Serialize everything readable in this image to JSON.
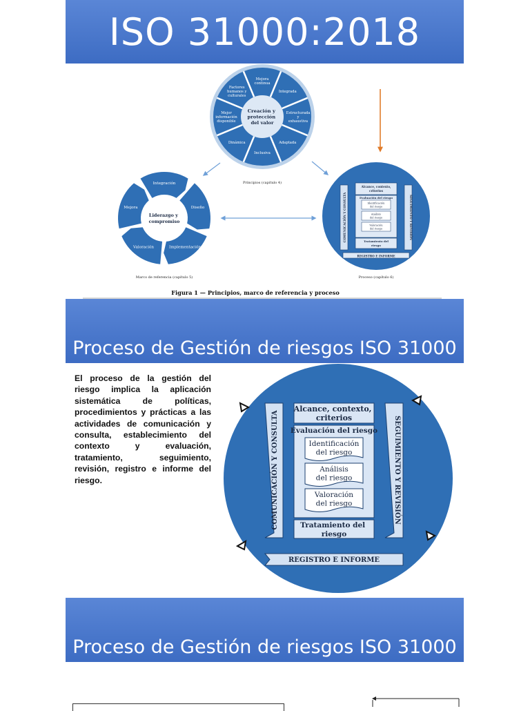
{
  "banner_title": "ISO 31000:2018",
  "section_titles": [
    "Proceso de Gestión de riesgos ISO 31000",
    "Proceso de Gestión de riesgos ISO 31000"
  ],
  "figure1": {
    "caption": "Figura 1 — Principios, marco de referencia y proceso",
    "principles": {
      "center": [
        "Creación y",
        "protección",
        "del valor"
      ],
      "segments": [
        [
          "Mejora",
          "continua"
        ],
        [
          "Integrada"
        ],
        [
          "Estructurada",
          "y",
          "exhaustiva"
        ],
        [
          "Adaptada"
        ],
        [
          "Inclusiva"
        ],
        [
          "Dinámica"
        ],
        [
          "Mejor",
          "información",
          "disponible"
        ],
        [
          "Factores",
          "humanos y",
          "culturales"
        ]
      ],
      "label": "Principios (capítulo 4)"
    },
    "framework": {
      "center": [
        "Liderazgo y",
        "compromiso"
      ],
      "segments": [
        "Integración",
        "Diseño",
        "Implementación",
        "Valoración",
        "Mejora"
      ],
      "label": "Marco de referencia (capítulo 5)"
    },
    "process_small_label": "Proceso (capítulo 6)"
  },
  "process": {
    "left_bar": "COMUNICACIÓN Y CONSULTA",
    "right_bar": "SEGUIMIENTO Y REVISIÓN",
    "scope": [
      "Alcance, contexto,",
      "criterios"
    ],
    "assessment_title": "Evaluación del riesgo",
    "steps": [
      [
        "Identificación",
        "del riesgo"
      ],
      [
        "Análisis",
        "del riesgo"
      ],
      [
        "Valoración",
        "del riesgo"
      ]
    ],
    "treatment": [
      "Tratamiento del",
      "riesgo"
    ],
    "bottom_bar": "REGISTRO E INFORME"
  },
  "paragraph": "El proceso de la gestión del riesgo implica la aplicación sistemática de políticas, procedimientos y prácticas a las actividades de comunicación y consulta, establecimiento del contexto y evaluación, tratamiento, seguimiento, revisión, registro e informe del riesgo."
}
